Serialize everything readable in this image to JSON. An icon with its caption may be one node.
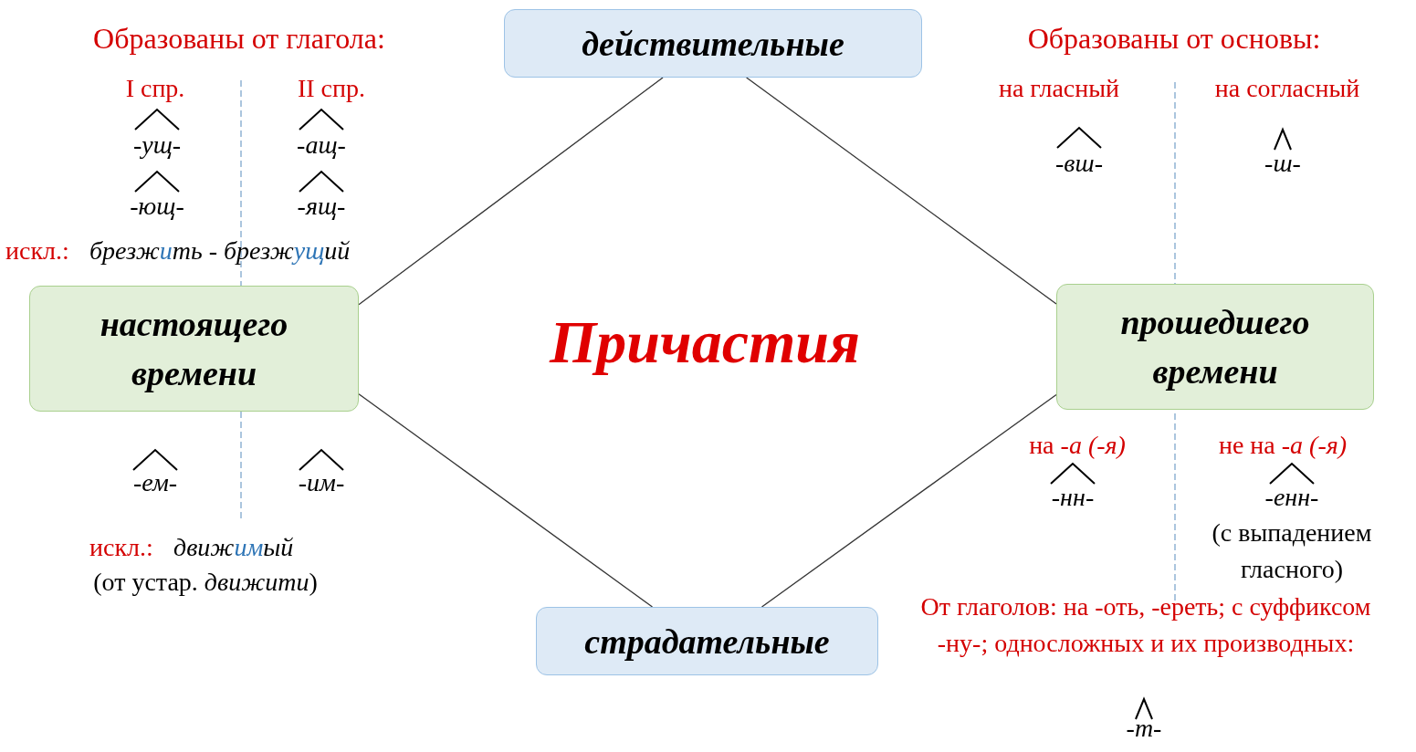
{
  "diagram": {
    "title": "Причастия",
    "nodes": [
      {
        "text": [
          "действительные"
        ]
      },
      {
        "text": [
          "настоящего времени"
        ]
      },
      {
        "text": [
          "прошедшего времени"
        ]
      },
      {
        "text": [
          "страдательные"
        ]
      }
    ],
    "edges": [
      {
        "from": 1,
        "to": 0,
        "arrow": "none"
      },
      {
        "from": 0,
        "to": 2,
        "arrow": "none"
      },
      {
        "from": 1,
        "to": 3,
        "arrow": "none"
      },
      {
        "from": 3,
        "to": 2,
        "arrow": "none"
      }
    ],
    "labels": [
      "Образованы от глагола:",
      "Образованы от основы:",
      "I спр.",
      "II спр.",
      "на гласный",
      "на согласный",
      "-ущ-",
      "-ащ-",
      "-вш-",
      "-ш-",
      "-ющ-",
      "-ящ-",
      "искл.:",
      "брезж**и**ть - брезж**ущ**ий",
      "на *-а (-я)*",
      "не на *-а (-я)*",
      "-ем-",
      "-им-",
      "-нн-",
      "-енн-",
      "(с выпадением гласного)",
      "искл.:",
      "движ**им**ый",
      "(от устар. *движити*)",
      "От глаголов: на -оть, -ереть; с суффиксом -ну-; односложных и их производных:",
      "-т-"
    ]
  }
}
